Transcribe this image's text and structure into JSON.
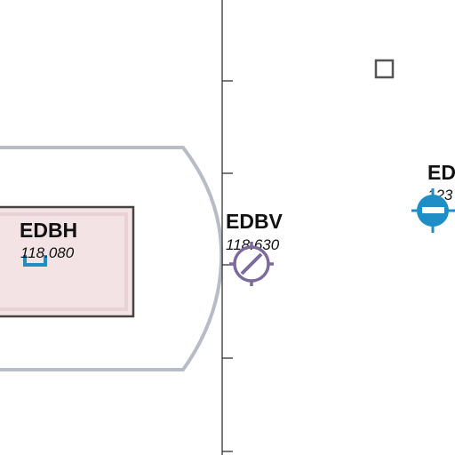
{
  "airports": [
    {
      "ident": "EDBH",
      "frequency": "118.080",
      "symbol": "airfield-icon"
    },
    {
      "ident": "EDBV",
      "frequency": "118.630",
      "symbol": "airfield-icon"
    },
    {
      "ident": "ED",
      "frequency": "123",
      "symbol": "airport-icon"
    }
  ],
  "colors": {
    "airspace_boundary": "#b7bcc7",
    "edbh_box_fill": "#f3e3e5",
    "edbh_box_border": "#444444",
    "edbh_box_inner": "#e8d2d5",
    "edbv_symbol": "#7b6a9b",
    "airport_symbol": "#1f8ec7",
    "meridian_line": "#333333",
    "obstacle_square": "#555555"
  }
}
